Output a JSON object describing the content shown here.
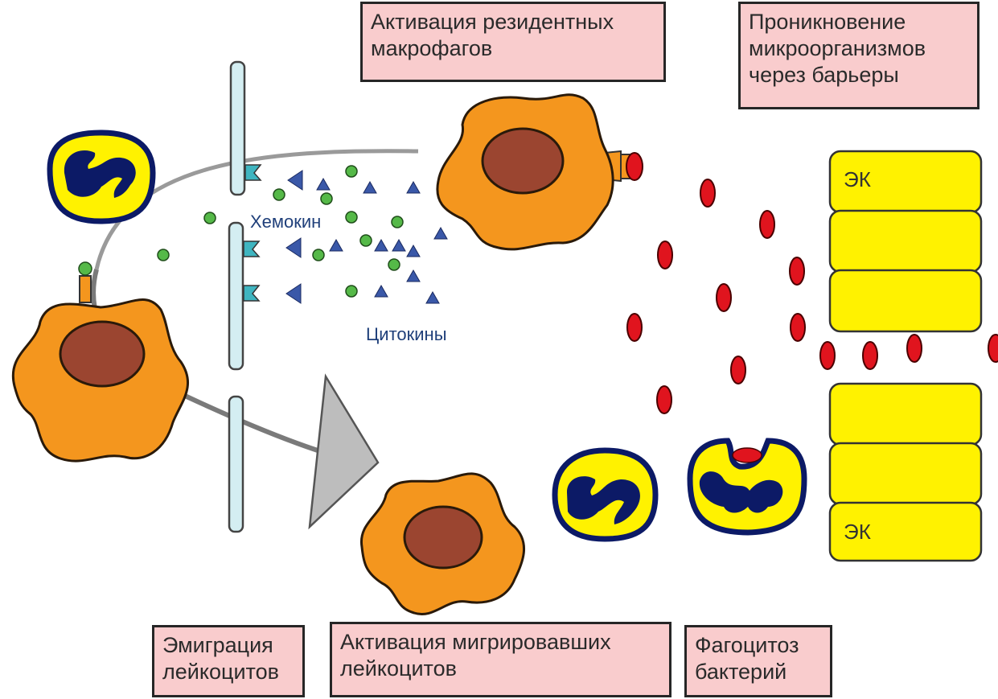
{
  "boxes": {
    "resident_activation": [
      "Активация резидентных",
      "макрофагов"
    ],
    "penetration": [
      "Проникновение",
      "микроорганизмов",
      "через барьеры"
    ],
    "emigration": [
      "Эмиграция",
      "лейкоцитов"
    ],
    "migrated_activation": [
      "Активация мигрировавших",
      "лейкоцитов"
    ],
    "phagocytosis": [
      "Фагоцитоз",
      "бактерий"
    ]
  },
  "labels": {
    "chemokine": "Хемокин",
    "cytokines": "Цитокины",
    "ek_top": "ЭК",
    "ek_bottom": "ЭК"
  },
  "colors": {
    "box_fill": "#f9cccd",
    "macrophage": "#f4961e",
    "nucleus": "#9b4530",
    "leukocyte": "#fff200",
    "leukocyte_nucleus": "#0c1a66",
    "bacteria": "#e0141e",
    "chemokine_dot": "#55b948",
    "cytokine_triangle": "#3a58a8",
    "receptor": "#3fb5c0",
    "vessel_wall": "#d4eef2",
    "endothelial_cell": "#fff200",
    "arrow": "#bdbdbd"
  }
}
